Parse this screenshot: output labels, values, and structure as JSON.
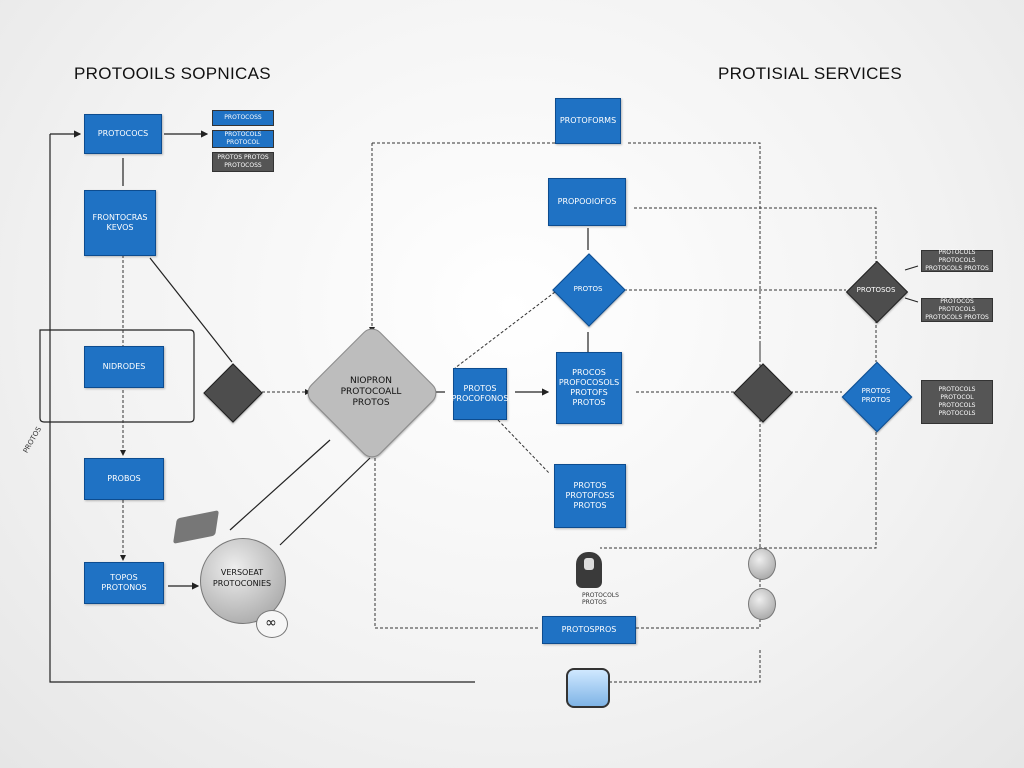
{
  "titles": {
    "left": "PROTOOILS SOPNICAS",
    "right": "PROTISIAL SERVICES"
  },
  "boxes": {
    "b1": "PROTOCOCS",
    "b2": "FRONTOCRAS\nKEVOS",
    "b3": "NIDRODES",
    "b4": "PROBOS",
    "b5": "TOPOS\nPROTONOS",
    "top": "PROTOFORMS",
    "top2": "PROPOOIOFOS",
    "mid1": "PROTOS\nPROCOFONOS",
    "mid2": "PROCOS\nPROFOCOSOLS\nPROTOFS\nPROTOS",
    "mid3": "PROTOS\nPROTOFOSS\nPROTOS",
    "bottom": "PROTOSPROS"
  },
  "center_node": "NIOPRON\nPROTOCOALL\nPROTOS",
  "circle_node": "VERSOEAT\nPROTOCONIES",
  "diamond_labels": {
    "right_top": "PROTOSOS",
    "right_mid_blue": "PROTOS\nPROTOS",
    "mid_blue": "PROTOS"
  },
  "detail_boxes": {
    "tl1": "PROTOCOSS",
    "tl2": "PROTOCOLS PROTOCOL",
    "tl3": "PROTOS PROTOS\nPROTOCOSS",
    "r1": "PROTOCOLS PROTOCOLS\nPROTOCOLS PROTOS",
    "r2": "PROTOCOS PROTOCOLS\nPROTOCOLS PROTOS",
    "r3": "PROTOCOLS PROTOCOL\nPROTOCOLS PROTOCOLS"
  },
  "annotations": {
    "left_side": "PROTOS",
    "db_label": "PROTOCOLS\nPROTOS",
    "infinity": "∞"
  }
}
